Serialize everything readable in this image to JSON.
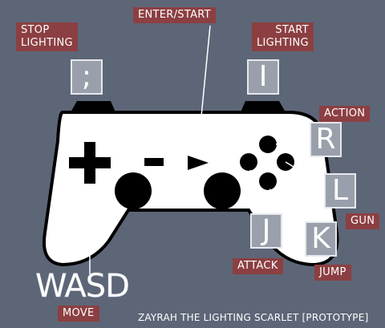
{
  "labels": {
    "stop_lighting": "STOP\nLIGHTING",
    "enter_start": "ENTER/START",
    "start_lighting": "START\nLIGHTING",
    "action": "ACTION",
    "gun": "GUN",
    "attack": "ATTACK",
    "jump": "JUMP",
    "move": "MOVE"
  },
  "keys": {
    "stop_lighting_key": ";",
    "start_lighting_key": "I",
    "action_key": "R",
    "gun_key": "L",
    "attack_key": "J",
    "jump_key": "K"
  },
  "wasd": "WASD",
  "footer": "ZAYRAH THE LIGHTING SCARLET [PROTOTYPE]",
  "colors": {
    "background": "#5d6677",
    "label_bg": "#8c3f42",
    "key_bg": "#9aa0ab",
    "controller_body": "#ffffff",
    "controller_outline": "#000000"
  }
}
